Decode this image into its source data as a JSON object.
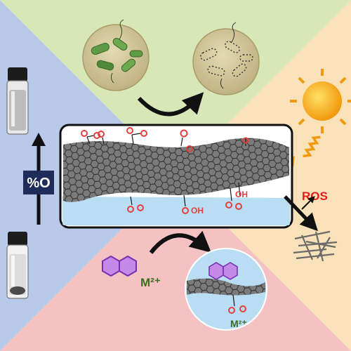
{
  "labels": {
    "oxygen_axis": "%O",
    "ros": "ROS",
    "metal_ion_left": "M²⁺",
    "metal_ion_right": "M²⁺",
    "oh_1": "OH",
    "oh_2": "OH"
  },
  "colors": {
    "left_panel": "#a9bde6",
    "top_panel": "#cfe2a8",
    "right_panel": "#f8dcaa",
    "bottom_panel": "#f3b5b8",
    "petri_dish": "#d2c79a",
    "bacteria": "#5f9a44",
    "water": "#b9def4",
    "graphene": "#6e6e6e",
    "oxygen_group": "#e53e3e",
    "ros_text": "#e51d1d",
    "metal_text": "#3d6b22",
    "pah": "#a45fd3",
    "sun": "#f7b21b"
  },
  "icons": [
    "vial-icon",
    "petri-dish-icon",
    "bacteria-icon",
    "sun-icon",
    "light-wave-icon",
    "naphthalene-icon",
    "nanosheet-icon",
    "curved-arrow-icon"
  ]
}
